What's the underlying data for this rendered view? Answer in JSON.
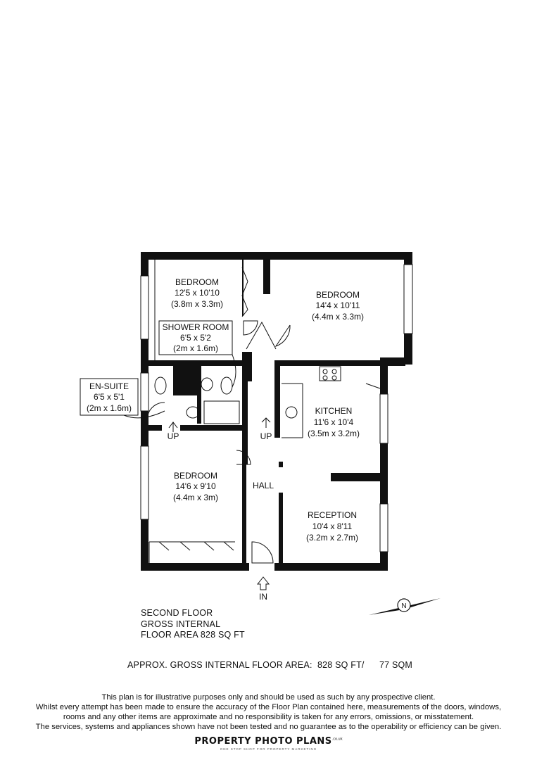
{
  "rooms": {
    "bedroom_top_left": {
      "name": "BEDROOM",
      "imperial": "12'5 x 10'10",
      "metric": "(3.8m x 3.3m)"
    },
    "bedroom_top_right": {
      "name": "BEDROOM",
      "imperial": "14'4 x 10'11",
      "metric": "(4.4m x 3.3m)"
    },
    "shower_room": {
      "name": "SHOWER ROOM",
      "imperial": "6'5 x 5'2",
      "metric": "(2m x 1.6m)"
    },
    "en_suite": {
      "name": "EN-SUITE",
      "imperial": "6'5 x 5'1",
      "metric": "(2m x 1.6m)"
    },
    "kitchen": {
      "name": "KITCHEN",
      "imperial": "11'6 x 10'4",
      "metric": "(3.5m x 3.2m)"
    },
    "bedroom_bottom": {
      "name": "BEDROOM",
      "imperial": "14'6 x 9'10",
      "metric": "(4.4m x 3m)"
    },
    "hall": {
      "name": "HALL"
    },
    "reception": {
      "name": "RECEPTION",
      "imperial": "10'4 x 8'11",
      "metric": "(3.2m x 2.7m)"
    }
  },
  "labels": {
    "up_left": "UP",
    "up_right": "UP",
    "entrance": "IN",
    "compass": "N"
  },
  "floor": {
    "line1": "SECOND FLOOR",
    "line2": "GROSS INTERNAL",
    "line3": "FLOOR AREA 828 SQ FT"
  },
  "approx": {
    "label": "APPROX. GROSS INTERNAL FLOOR AREA:",
    "sqft": "828 SQ FT/",
    "sqm": "77 SQM"
  },
  "disclaimer": {
    "line1": "This plan is for illustrative purposes only and should be used as such by any prospective client.",
    "line2": "Whilst every attempt has been made to ensure the accuracy of the Floor Plan contained here, measurements of the doors, windows,",
    "line3": "rooms and any other items are approximate and no responsibility is taken for any errors, omissions, or misstatement.",
    "line4": "The services, systems and appliances shown have not been tested and no guarantee as to the operability or efficiency can be given."
  },
  "brand": {
    "name": "PROPERTY PHOTO PLANS",
    "domain": ".co.uk",
    "tagline": "ONE STOP SHOP FOR PROPERTY MARKETING"
  },
  "colors": {
    "wall": "#111111",
    "background": "#ffffff"
  }
}
